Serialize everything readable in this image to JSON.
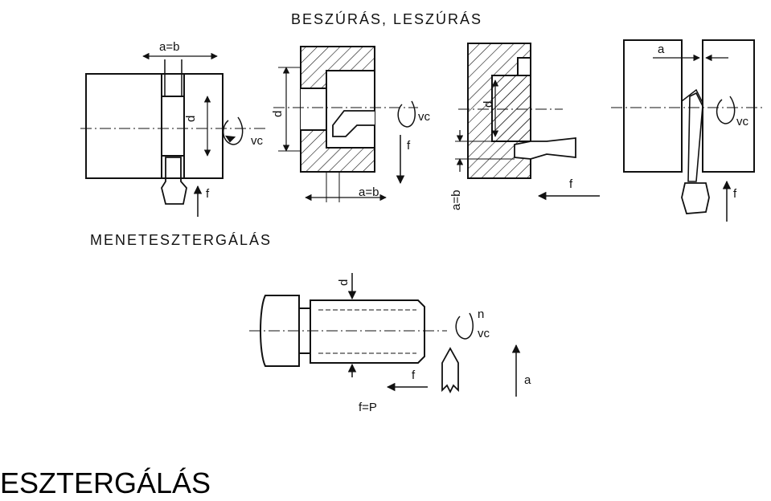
{
  "titles": {
    "top": "BESZÚRÁS, LESZÚRÁS",
    "middle": "MENETESZTERGÁLÁS"
  },
  "labels": {
    "a_eq_b": "a=b",
    "d": "d",
    "vc": "vc",
    "f": "f",
    "a": "a",
    "n": "n",
    "f_eq_p": "f=P"
  },
  "caption": "ESZTERGÁLÁS",
  "colors": {
    "ink": "#111111",
    "paper": "#ffffff"
  }
}
